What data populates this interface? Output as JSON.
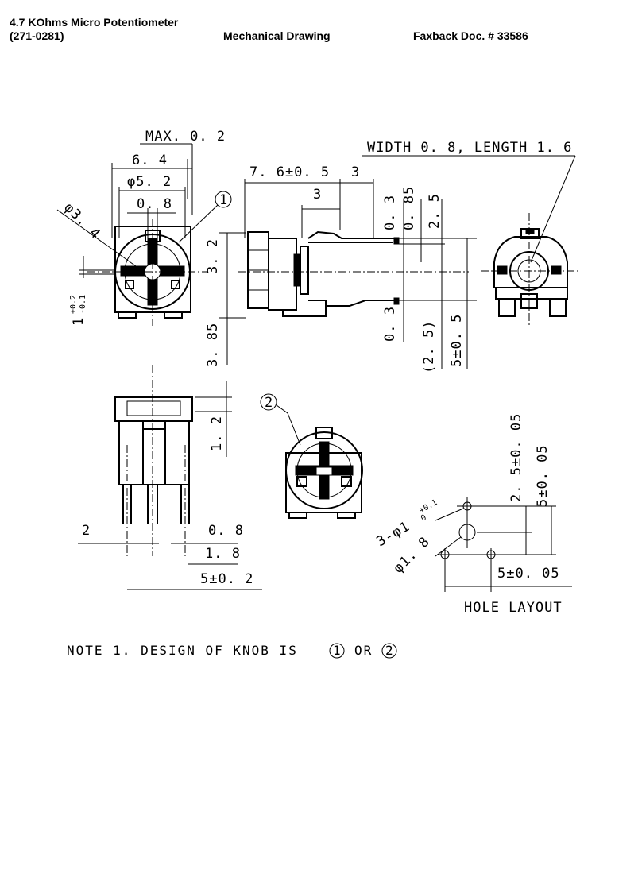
{
  "header": {
    "title": "4.7 KOhms Micro Potentiometer",
    "part_number": "(271-0281)",
    "doc_type": "Mechanical Drawing",
    "faxback": "Faxback Doc. # 33586"
  },
  "front_view": {
    "max": "MAX. 0. 2",
    "width_64": "6. 4",
    "dia_52": "φ5. 2",
    "d08": "0. 8",
    "dia_34": "φ3. 4",
    "knob1": "1",
    "tol_sup": "+0.2",
    "tol_sub": "-0.1",
    "tol_base": "1"
  },
  "side_view": {
    "len": "7. 6±0. 5",
    "d3a": "3",
    "d3b": "3",
    "d32": "3. 2",
    "d385": "3. 85",
    "d03a": "0. 3",
    "d085": "0. 85",
    "d25": "2. 5",
    "d03b": "0. 3",
    "d25p": "(2. 5)",
    "d505": "5±0. 5"
  },
  "rear_view": {
    "wl": "WIDTH 0. 8, LENGTH 1. 6"
  },
  "bottom_view": {
    "d12": "1. 2",
    "d2": "2",
    "d08": "0. 8",
    "d18": "1. 8",
    "d502": "5±0. 2"
  },
  "knob2": {
    "label": "2"
  },
  "hole_layout": {
    "v1": "2. 5±0. 05",
    "v2": "5±0. 05",
    "holes": "3-φ1",
    "holes_tol_sup": "+0.1",
    "holes_tol_sub": "0",
    "d18": "φ1. 8",
    "h": "5±0. 05",
    "title": "HOLE LAYOUT"
  },
  "note": {
    "text": "NOTE 1. DESIGN OF KNOB IS",
    "k1": "1",
    "or": "OR",
    "k2": "2"
  }
}
